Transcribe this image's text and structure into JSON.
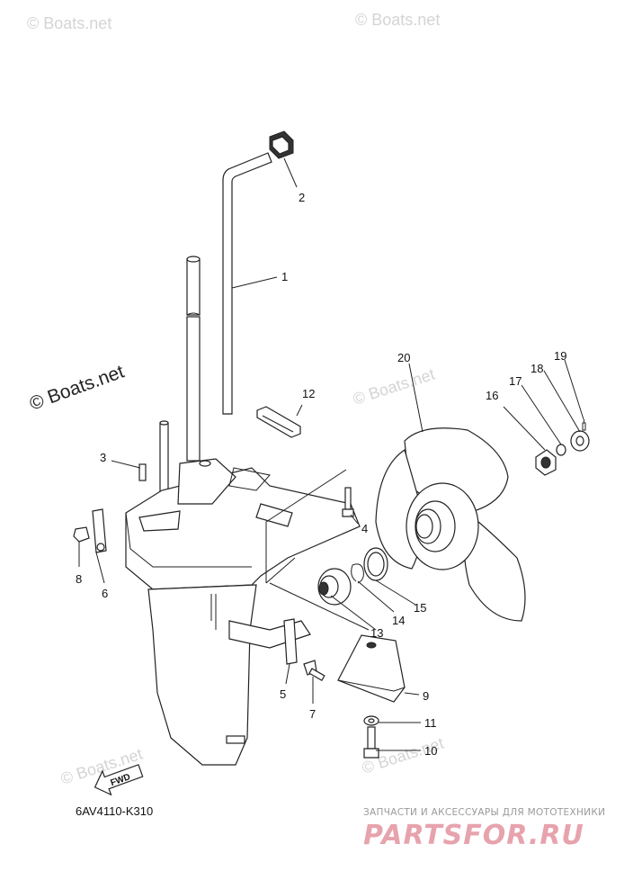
{
  "watermarks": {
    "small": "© Boats.net",
    "large": "© Boats.net"
  },
  "callouts": [
    "1",
    "2",
    "3",
    "4",
    "5",
    "6",
    "7",
    "8",
    "9",
    "10",
    "11",
    "12",
    "13",
    "14",
    "15",
    "16",
    "17",
    "18",
    "19",
    "20"
  ],
  "fwd_label": "FWD",
  "diagram_code": "6AV4110-K310",
  "shop": {
    "tagline": "ЗАПЧАСТИ И АКСЕССУАРЫ ДЛЯ МОТОТЕХНИКИ",
    "logo": "PARTSFOR.RU"
  }
}
